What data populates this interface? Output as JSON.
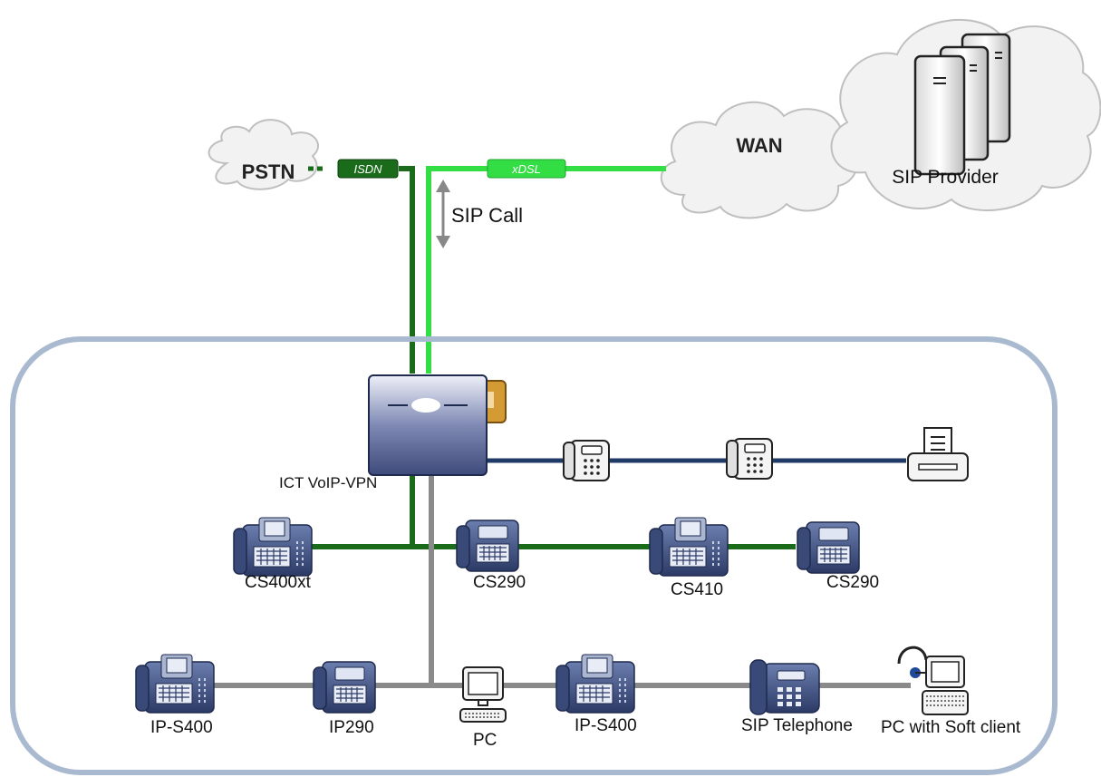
{
  "clouds": {
    "pstn": "PSTN",
    "wan": "WAN",
    "sip_provider": "SIP Provider"
  },
  "links": {
    "isdn": "ISDN",
    "xdsl": "xDSL",
    "sip_call": "SIP Call"
  },
  "devices": {
    "ict": "ICT VoIP-VPN",
    "cs400xt": "CS400xt",
    "cs290_a": "CS290",
    "cs410": "CS410",
    "cs290_b": "CS290",
    "ips400_a": "IP-S400",
    "ip290": "IP290",
    "pc": "PC",
    "ips400_b": "IP-S400",
    "sip_telephone": "SIP Telephone",
    "pc_soft": "PC with Soft client"
  },
  "colors": {
    "isdn_line": "#1a6b1a",
    "xdsl_line": "#33dd44",
    "analog_line": "#1f3a66",
    "lan_line": "#8a8a8a",
    "frame": "#a9bad0",
    "device_blue": "#3d4f7d"
  }
}
